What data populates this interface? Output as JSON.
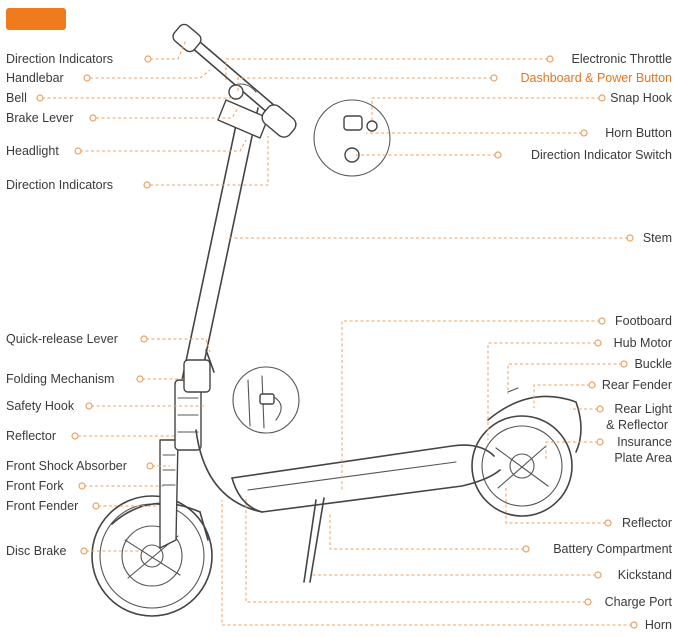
{
  "colors": {
    "accent": "#f07a1e",
    "leader": "#eea060",
    "ink": "#444444",
    "text": "#3a3a3a"
  },
  "labels": {
    "direction_indicators_top": "Direction Indicators",
    "handlebar": "Handlebar",
    "bell": "Bell",
    "brake_lever": "Brake Lever",
    "headlight": "Headlight",
    "direction_indicators_mid": "Direction Indicators",
    "quick_release_lever": "Quick-release Lever",
    "folding_mechanism": "Folding Mechanism",
    "safety_hook": "Safety Hook",
    "reflector_left": "Reflector",
    "front_shock_absorber": "Front Shock Absorber",
    "front_fork": "Front Fork",
    "front_fender": "Front Fender",
    "disc_brake": "Disc Brake",
    "electronic_throttle": "Electronic Throttle",
    "dashboard_power_button": "Dashboard & Power Button",
    "snap_hook": "Snap Hook",
    "horn_button": "Horn Button",
    "direction_indicator_switch": "Direction Indicator Switch",
    "stem": "Stem",
    "footboard": "Footboard",
    "hub_motor": "Hub Motor",
    "buckle": "Buckle",
    "rear_fender": "Rear Fender",
    "rear_light_line1": "Rear Light",
    "rear_light_line2": "& Reflector",
    "insurance_line1": "Insurance",
    "insurance_line2": "Plate Area",
    "reflector_right": "Reflector",
    "battery_compartment": "Battery Compartment",
    "kickstand": "Kickstand",
    "charge_port": "Charge Port",
    "horn": "Horn"
  }
}
